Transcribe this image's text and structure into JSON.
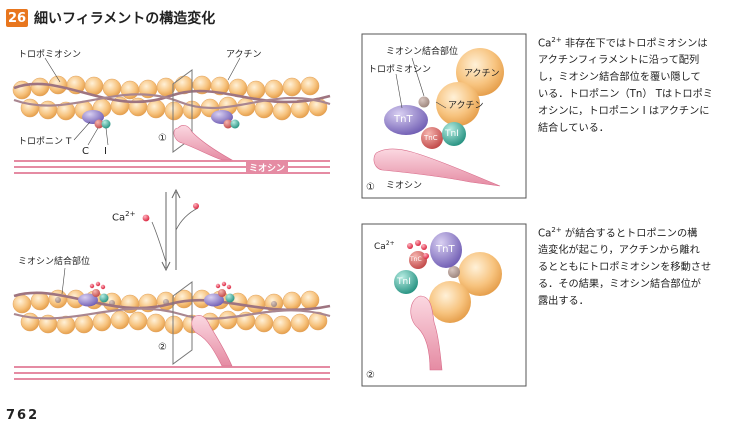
{
  "header": {
    "number": "26",
    "title": "細いフィラメントの構造変化"
  },
  "left_top": {
    "tropomyosin": "トロポミオシン",
    "actin": "アクチン",
    "troponin_t": "トロポニン T",
    "c": "C",
    "i": "I",
    "myosin": "ミオシン",
    "circle": "①"
  },
  "left_mid": {
    "ca": "Ca",
    "ca_sup": "2+"
  },
  "left_bottom": {
    "myosin_site": "ミオシン結合部位",
    "circle": "②"
  },
  "box1": {
    "myosin_site": "ミオシン結合部位",
    "tropomyosin": "トロポミオシン",
    "actin1": "アクチン",
    "actin2": "アクチン",
    "tnt": "TnT",
    "tnc": "TnC",
    "tni": "TnI",
    "myosin": "ミオシン",
    "circle": "①"
  },
  "box2": {
    "ca": "Ca",
    "ca_sup": "2+",
    "tnt": "TnT",
    "tnc": "TnC",
    "tni": "TnI",
    "circle": "②"
  },
  "text1": {
    "l1_ca": "Ca",
    "l1_sup": "2+",
    "l1": " 非存在下ではトロポミオシンは",
    "l2": "アクチンフィラメントに沿って配列",
    "l3": "し，ミオシン結合部位を覆い隠して",
    "l4": "いる．トロポニン（Tn） Tはトロポミ",
    "l5": "オシンに，トロポニン I はアクチンに",
    "l6": "結合している．"
  },
  "text2": {
    "l1_ca": "Ca",
    "l1_sup": "2+",
    "l1": " が結合するとトロポニンの構",
    "l2": "造変化が起こり，アクチンから離れ",
    "l3": "るとともにトロポミオシンを移動させ",
    "l4": "る．その結果，ミオシン結合部位が",
    "l5": "露出する．"
  },
  "page_number": "762",
  "colors": {
    "badge": "#e8761e",
    "actin": "#f7c37e",
    "tropomyosin": "#9e7480",
    "tnt": "#8a78c4",
    "tnc": "#d05a5a",
    "tni": "#3aa898",
    "myosin": "#eeaabb",
    "calcium": "#e2344c"
  }
}
